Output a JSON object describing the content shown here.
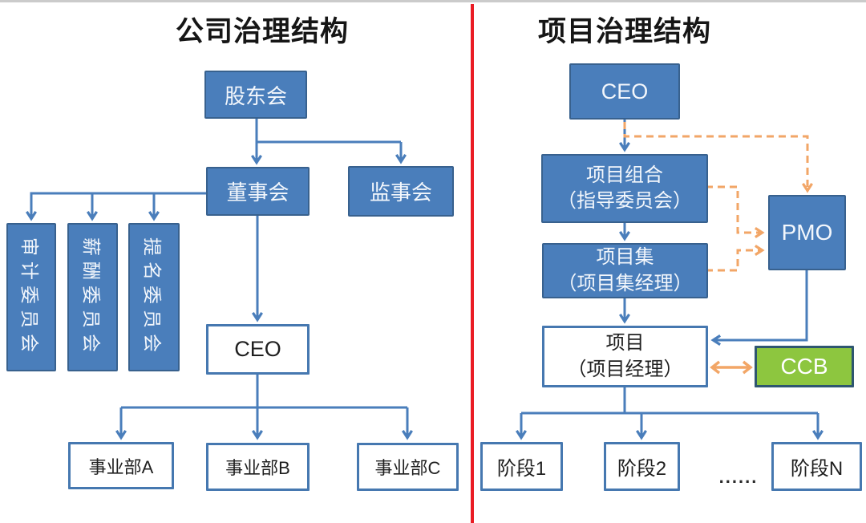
{
  "colors": {
    "box_blue": "#4a7ebb",
    "box_blue_border": "#38618e",
    "connector_blue": "#4a7ebb",
    "connector_orange": "#f2a667",
    "green": "#8dc63f",
    "green_border": "#2e5670",
    "white_box_border": "#4678b0",
    "divider_red": "#ea1c24",
    "text_dark": "#1f1f1f"
  },
  "left": {
    "title": "公司治理结构",
    "nodes": {
      "shareholders": "股东会",
      "board": "董事会",
      "supervisory": "监事会",
      "audit": "审计委员会",
      "compensation": "薪酬委员会",
      "nomination": "提名委员会",
      "ceo": "CEO",
      "bu_a": "事业部A",
      "bu_b": "事业部B",
      "bu_c": "事业部C"
    }
  },
  "right": {
    "title": "项目治理结构",
    "nodes": {
      "ceo": "CEO",
      "portfolio_l1": "项目组合",
      "portfolio_l2": "（指导委员会）",
      "program_l1": "项目集",
      "program_l2": "（项目集经理）",
      "pmo": "PMO",
      "project_l1": "项目",
      "project_l2": "（项目经理）",
      "ccb": "CCB",
      "phase_1": "阶段1",
      "phase_2": "阶段2",
      "ellipsis": "......",
      "phase_n": "阶段N"
    }
  }
}
